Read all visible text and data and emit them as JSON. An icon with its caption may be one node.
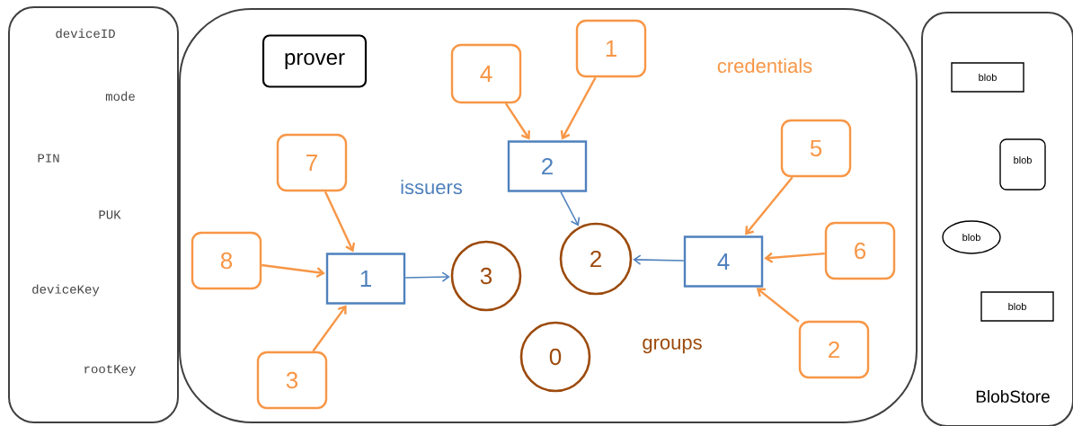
{
  "diagram": {
    "nodes": [
      {
        "text": [
          "deviceID",
          "mode",
          "PIN",
          "PUK",
          "deviceKey",
          "rootKey"
        ]
      },
      {
        "text": [
          "issuers",
          "credentials",
          "groups"
        ]
      },
      {
        "text": [
          "prover"
        ],
        "in": 1
      },
      {
        "text": [
          "4"
        ],
        "in": 1
      },
      {
        "text": [
          "1"
        ],
        "in": 1
      },
      {
        "text": [
          "2"
        ],
        "in": 1
      },
      {
        "text": [
          "7"
        ],
        "in": 1
      },
      {
        "text": [
          "5"
        ],
        "in": 1
      },
      {
        "text": [
          "2"
        ],
        "in": 1
      },
      {
        "text": [
          "6"
        ],
        "in": 1
      },
      {
        "text": [
          "8"
        ],
        "in": 1
      },
      {
        "text": [
          "1"
        ],
        "in": 1
      },
      {
        "text": [
          "3"
        ],
        "in": 1
      },
      {
        "text": [
          "4"
        ],
        "in": 1
      },
      {
        "text": [
          "3"
        ],
        "in": 1
      },
      {
        "text": [
          "0"
        ],
        "in": 1
      },
      {
        "text": [
          "2"
        ],
        "in": 1
      },
      {
        "text": [
          "BlobStore"
        ]
      },
      {
        "text": [
          "blob"
        ],
        "in": 17
      },
      {
        "text": [
          "blob"
        ],
        "in": 17
      },
      {
        "text": [
          "blob"
        ],
        "in": 17
      },
      {
        "text": [
          "blob"
        ],
        "in": 17
      }
    ],
    "edges": [
      {
        "from": 3,
        "to": 5,
        "arrow": "to"
      },
      {
        "from": 4,
        "to": 5,
        "arrow": "to"
      },
      {
        "from": 5,
        "to": 8,
        "arrow": "to",
        "color": "#4f81bd"
      },
      {
        "from": 6,
        "to": 11,
        "arrow": "to"
      },
      {
        "from": 10,
        "to": 11,
        "arrow": "to"
      },
      {
        "from": 14,
        "to": 11,
        "arrow": "to"
      },
      {
        "from": 11,
        "to": 12,
        "arrow": "to",
        "color": "#4f81bd"
      },
      {
        "from": 7,
        "to": 13,
        "arrow": "to"
      },
      {
        "from": 9,
        "to": 13,
        "arrow": "to"
      },
      {
        "from": 16,
        "to": 13,
        "arrow": "to"
      },
      {
        "from": 13,
        "to": 8,
        "arrow": "to",
        "color": "#4f81bd"
      }
    ]
  }
}
